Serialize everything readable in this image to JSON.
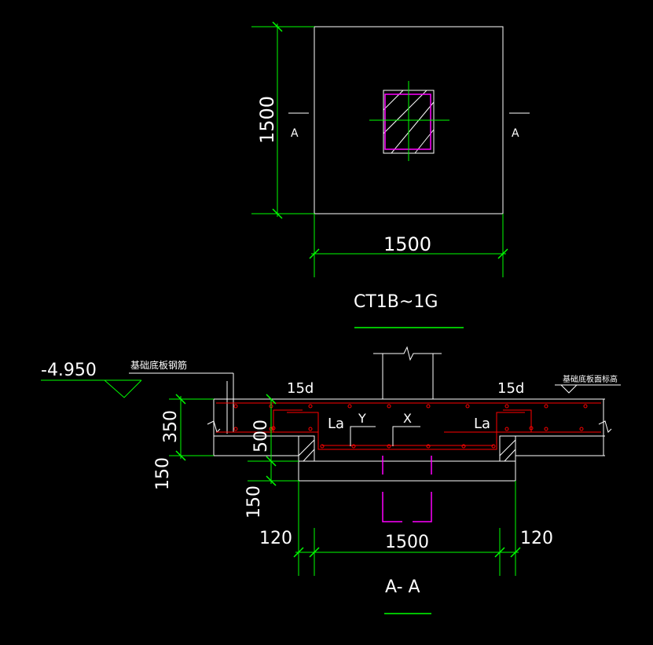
{
  "plan": {
    "title": "CT1B~1G",
    "dim_width": "1500",
    "dim_height": "1500",
    "section_mark_left": "A",
    "section_mark_right": "A"
  },
  "section": {
    "title": "A- A",
    "elevation": "-4.950",
    "note_rebar": "基础底板钢筋",
    "note_top_elev": "基础底板面标高",
    "hook_left": "15d",
    "hook_right": "15d",
    "la_left": "La",
    "la_right": "La",
    "label_y": "Y",
    "label_x": "X",
    "dim_350": "350",
    "dim_500": "500",
    "dim_150_upper": "150",
    "dim_150_lower": "150",
    "dim_120_left": "120",
    "dim_120_right": "120",
    "dim_1500": "1500"
  },
  "colors": {
    "background": "#000000",
    "outline": "#ffffff",
    "dimension": "#00ff00",
    "rebar": "#ff0000",
    "column": "#ff00ff",
    "text": "#ffffff"
  }
}
